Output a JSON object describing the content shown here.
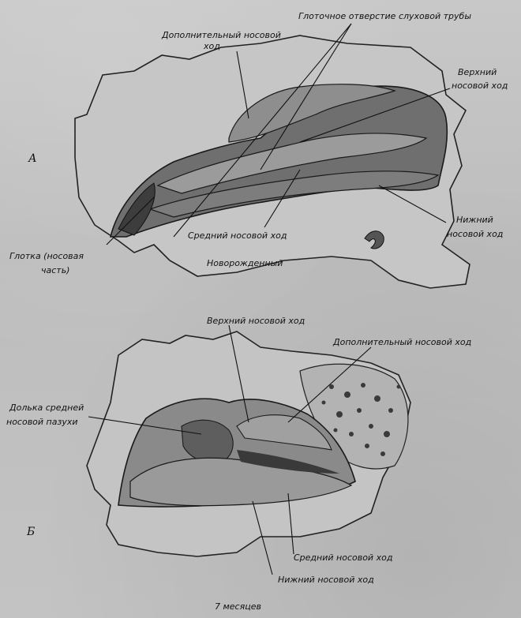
{
  "panel_a": {
    "letter": "А",
    "caption": "Новорожденный",
    "labels": {
      "pharyngeal_opening": "Глоточное отверстие слуховой трубы",
      "accessory_meatus_line1": "Дополнительный носовой",
      "accessory_meatus_line2": "ход",
      "superior_meatus_line1": "Верхний",
      "superior_meatus_line2": "носовой ход",
      "middle_meatus": "Средний носовой ход",
      "inferior_meatus_line1": "Нижний",
      "inferior_meatus_line2": "носовой ход",
      "pharynx_line1": "Глотка (носовая",
      "pharynx_line2": "часть)"
    }
  },
  "panel_b": {
    "letter": "Б",
    "caption": "7 месяцев",
    "labels": {
      "superior_meatus": "Верхний носовой ход",
      "accessory_meatus": "Дополнительный носовой ход",
      "sinus_lobule_line1": "Долька средней",
      "sinus_lobule_line2": "носовой пазухи",
      "middle_meatus": "Средний носовой ход",
      "inferior_meatus": "Нижний носовой ход"
    }
  }
}
